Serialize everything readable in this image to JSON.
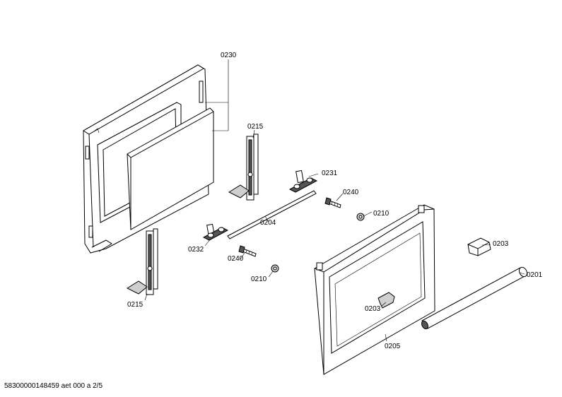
{
  "labels": {
    "p0230": "0230",
    "p0215_top": "0215",
    "p0231": "0231",
    "p0240_right": "0240",
    "p0210_right": "0210",
    "p0204": "0204",
    "p0232": "0232",
    "p0240_left": "0240",
    "p0210_left": "0210",
    "p0203_right": "0203",
    "p0201": "0201",
    "p0203_center": "0203",
    "p0205": "0205",
    "p0215_bottom": "0215"
  },
  "footer": "58300000148459 aet 000 a 2/5"
}
